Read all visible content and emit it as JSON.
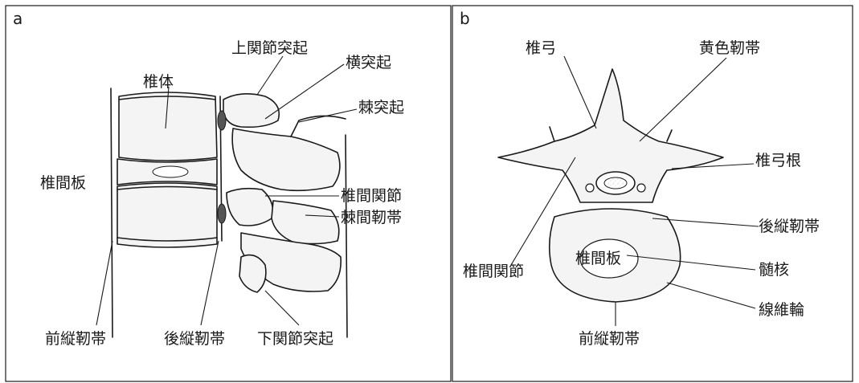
{
  "panel_a": {
    "letter": "a",
    "labels": {
      "vertebral_body": "椎体",
      "superior_articular_process": "上関節突起",
      "transverse_process": "横突起",
      "spinous_process": "棘突起",
      "intervertebral_disc": "椎間板",
      "facet_joint": "椎間関節",
      "interspinous_ligament": "棘間靭帯",
      "anterior_longitudinal_ligament": "前縦靭帯",
      "posterior_longitudinal_ligament": "後縦靭帯",
      "inferior_articular_process": "下関節突起"
    }
  },
  "panel_b": {
    "letter": "b",
    "labels": {
      "vertebral_arch": "椎弓",
      "ligamentum_flavum": "黄色靭帯",
      "pedicle": "椎弓根",
      "posterior_longitudinal_ligament": "後縦靭帯",
      "intervertebral_disc": "椎間板",
      "nucleus_pulposus": "髄核",
      "facet_joint": "椎間関節",
      "annulus_fibrosus": "線維輪",
      "anterior_longitudinal_ligament": "前縦靭帯"
    }
  },
  "colors": {
    "ink": "#1a1a1a",
    "paper": "#ffffff",
    "stipple": "#c8c8c8"
  }
}
